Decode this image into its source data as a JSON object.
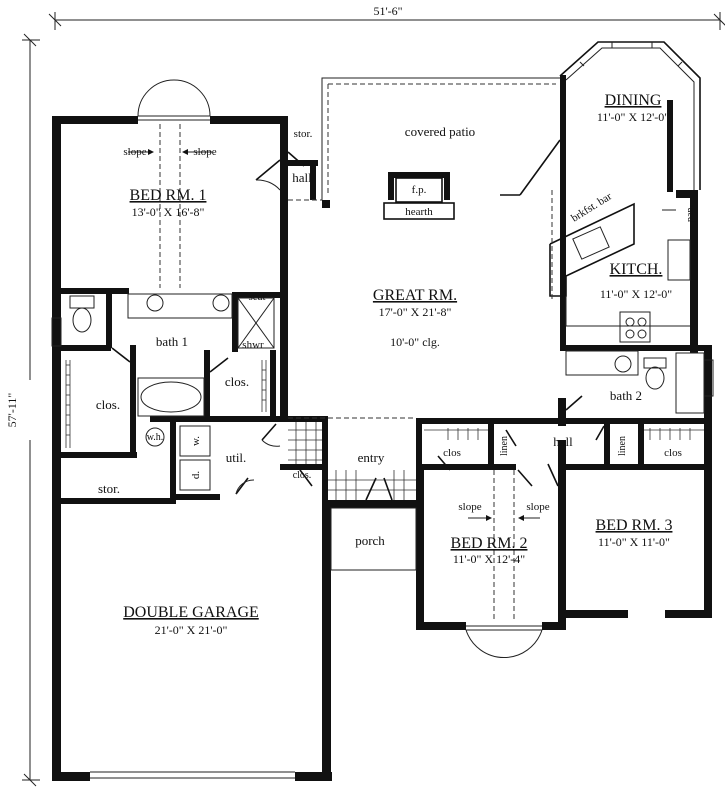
{
  "dimensions": {
    "overall_width": "51'-6\"",
    "overall_depth": "57'-11\""
  },
  "rooms": {
    "bed1": {
      "name": "BED RM. 1",
      "size": "13'-0\" X 16'-8\""
    },
    "great": {
      "name": "GREAT RM.",
      "size": "17'-0\" X 21'-8\"",
      "ceiling": "10'-0\" clg."
    },
    "dining": {
      "name": "DINING",
      "size": "11'-0\" X 12'-0\""
    },
    "kitchen": {
      "name": "KITCH.",
      "size": "11'-0\" X 12'-0\""
    },
    "bed2": {
      "name": "BED RM. 2",
      "size": "11'-0\" X 12'-4\""
    },
    "bed3": {
      "name": "BED RM. 3",
      "size": "11'-0\" X 11'-0\""
    },
    "garage": {
      "name": "DOUBLE GARAGE",
      "size": "21'-0\" X 21'-0\""
    }
  },
  "labels": {
    "covered_patio": "covered patio",
    "stor": "stor.",
    "hall": "hall",
    "fp": "f.p.",
    "hearth": "hearth",
    "brkfst_bar": "brkfst. bar",
    "pan": "pan.",
    "slope": "slope",
    "bath1": "bath 1",
    "seat": "seat",
    "shwr": "shwr",
    "clos": "clos.",
    "clos_short": "clos",
    "wh": "w.h.",
    "w": "w.",
    "d": "d.",
    "util": "util.",
    "entry": "entry",
    "linen": "linen",
    "bath2": "bath 2",
    "porch": "porch"
  }
}
